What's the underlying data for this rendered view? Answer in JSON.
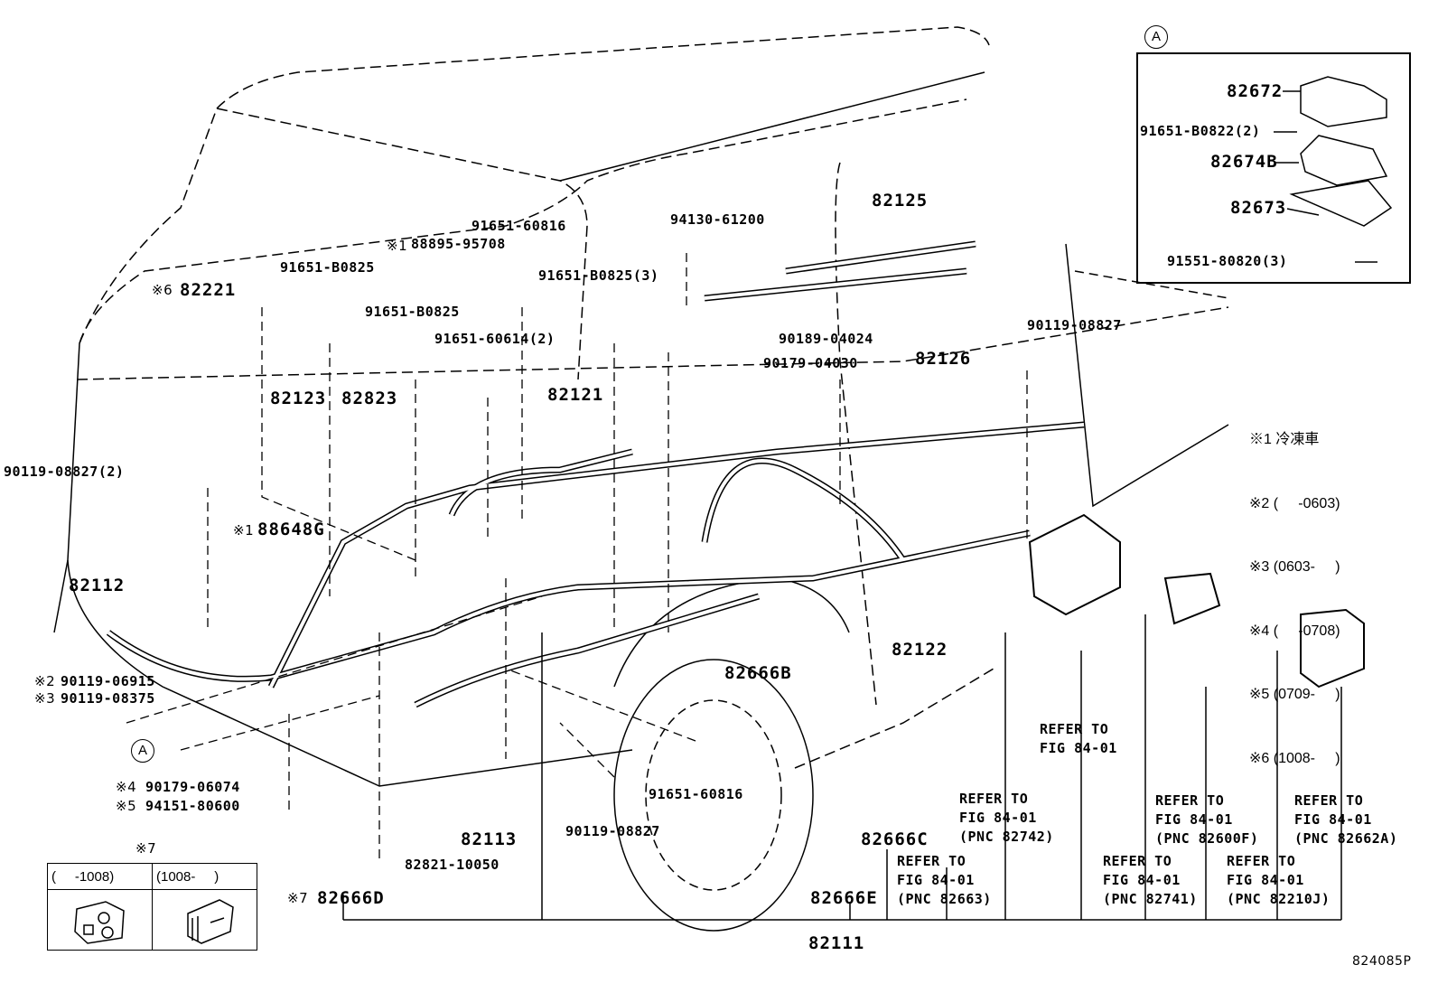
{
  "labels": [
    "82221",
    "91651-B0825",
    "88895-95708",
    "91651-60816",
    "91651-B0825(3)",
    "94130-61200",
    "82125",
    "90189-04024",
    "90179-04030",
    "82126",
    "91651-B0825",
    "91651-60614(2)",
    "82121",
    "82123",
    "82823",
    "90119-08827(2)",
    "88648G",
    "82112",
    "90119-08827",
    "82122",
    "82666B",
    "90119-06915",
    "90119-08375",
    "90179-06074",
    "94151-80600",
    "91651-60816",
    "82113",
    "90119-08827",
    "82666C",
    "82821-10050",
    "82666D",
    "82666E",
    "82111",
    "824085P"
  ],
  "marks": {
    "m1": "※1",
    "m2": "※2",
    "m3": "※3",
    "m4": "※4",
    "m5": "※5",
    "m6": "※6",
    "m7": "※7"
  },
  "callout_a": "A",
  "inset": {
    "labels": [
      "82672",
      "91651-B0822(2)",
      "82674B",
      "82673",
      "91551-80820(3)"
    ]
  },
  "refers": [
    "REFER TO\nFIG 84-01",
    "REFER TO\nFIG 84-01\n(PNC 82742)",
    "REFER TO\nFIG 84-01\n(PNC 82600F)",
    "REFER TO\nFIG 84-01\n(PNC 82662A)",
    "REFER TO\nFIG 84-01\n(PNC 82663)",
    "REFER TO\nFIG 84-01\n(PNC 82741)",
    "REFER TO\nFIG 84-01\n(PNC 82210J)"
  ],
  "notes": [
    "※1 冷凍車",
    "※2 (     -0603)",
    "※3 (0603-     )",
    "※4 (     -0708)",
    "※5 (0709-     )",
    "※6 (1008-     )"
  ],
  "table7": {
    "title": "※7",
    "col1": "(     -1008)",
    "col2": "(1008-     )"
  }
}
